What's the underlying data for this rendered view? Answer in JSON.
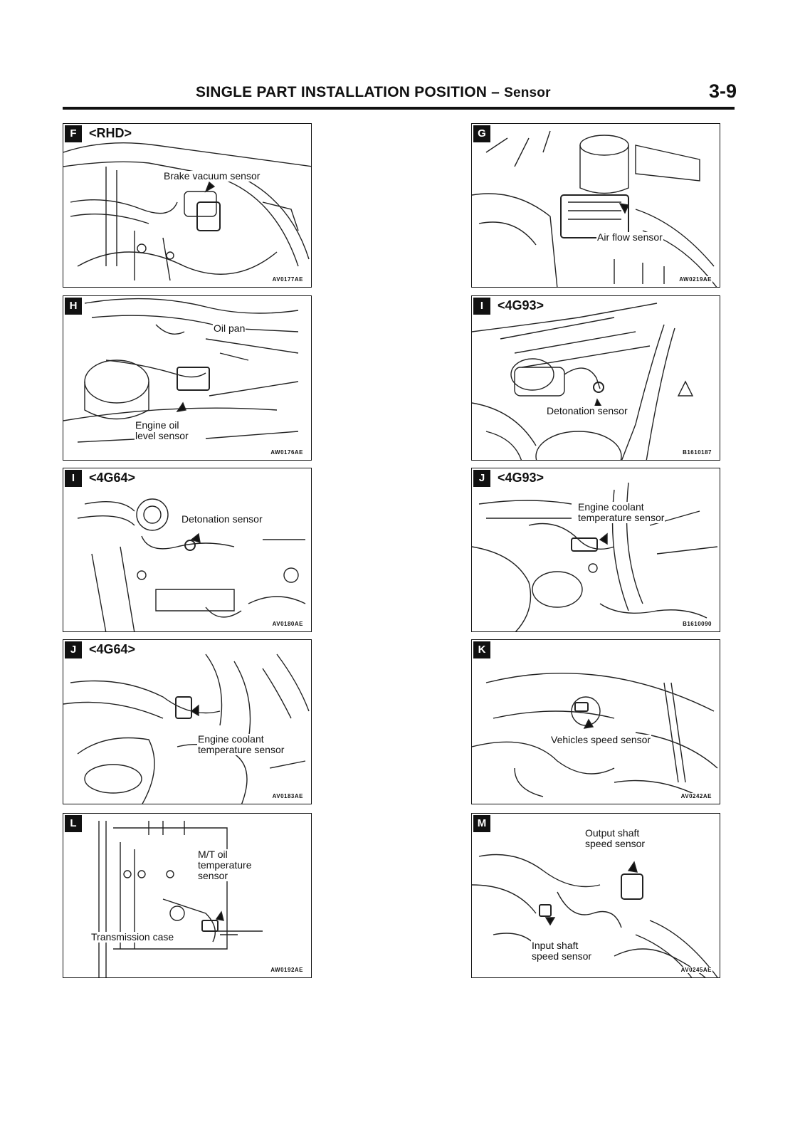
{
  "header": {
    "title": "SINGLE PART INSTALLATION POSITION",
    "separator": "–",
    "subtitle": "Sensor",
    "page_number": "3-9"
  },
  "panels": {
    "F": {
      "badge": "F",
      "variant": "<RHD>",
      "callouts": [
        "Brake vacuum sensor"
      ],
      "code": "AV0177AE"
    },
    "G": {
      "badge": "G",
      "variant": "",
      "callouts": [
        "Air flow sensor"
      ],
      "code": "AW0219AE"
    },
    "H": {
      "badge": "H",
      "variant": "",
      "callouts": [
        "Oil pan",
        "Engine oil\nlevel sensor"
      ],
      "code": "AW0176AE"
    },
    "I1": {
      "badge": "I",
      "variant": "<4G93>",
      "callouts": [
        "Detonation sensor"
      ],
      "code": "B1610187"
    },
    "I2": {
      "badge": "I",
      "variant": "<4G64>",
      "callouts": [
        "Detonation sensor"
      ],
      "code": "AV0180AE"
    },
    "J1": {
      "badge": "J",
      "variant": "<4G93>",
      "callouts": [
        "Engine coolant\ntemperature sensor"
      ],
      "code": "B1610090"
    },
    "J2": {
      "badge": "J",
      "variant": "<4G64>",
      "callouts": [
        "Engine coolant\ntemperature sensor"
      ],
      "code": "AV0183AE"
    },
    "K": {
      "badge": "K",
      "variant": "",
      "callouts": [
        "Vehicles speed sensor"
      ],
      "code": "AV0242AE"
    },
    "L": {
      "badge": "L",
      "variant": "",
      "callouts": [
        "M/T oil\ntemperature\nsensor",
        "Transmission case"
      ],
      "code": "AW0192AE"
    },
    "M": {
      "badge": "M",
      "variant": "",
      "callouts": [
        "Output shaft\nspeed sensor",
        "Input shaft\nspeed sensor"
      ],
      "code": "AV0245AE"
    }
  }
}
